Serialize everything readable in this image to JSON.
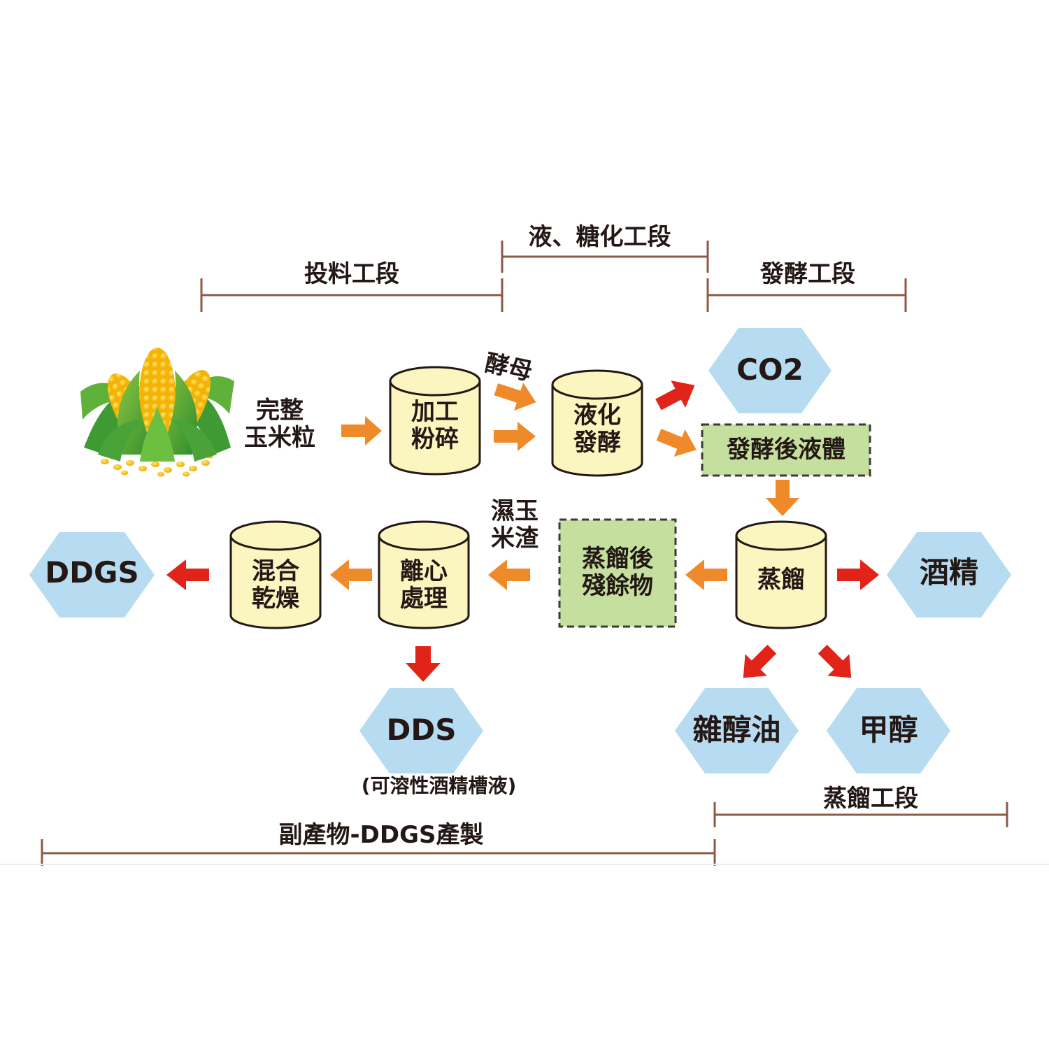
{
  "stages": {
    "feed": "投料工段",
    "liquefaction": "液、糖化工段",
    "fermentation": "發酵工段",
    "distillation": "蒸餾工段",
    "byproduct": "副產物-DDGS產製"
  },
  "nodes": {
    "corn_input": "完整\n玉米粒",
    "yeast": "酵母",
    "grind": "加工\n粉碎",
    "ferment": "液化\n發酵",
    "fermented_liquid": "發酵後液體",
    "distill": "蒸餾",
    "residue": "蒸餾後\n殘餘物",
    "wet_grain": "濕玉\n米渣",
    "centrifuge": "離心\n處理",
    "dry_mix": "混合\n乾燥"
  },
  "products": {
    "co2": "CO2",
    "ethanol": "酒精",
    "ddgs": "DDGS",
    "dds": "DDS",
    "dds_note": "(可溶性酒精槽液)",
    "fusel_oil": "雜醇油",
    "methanol": "甲醇"
  },
  "colors": {
    "tank_fill": "#fbf6c0",
    "hex_fill": "#b7dbf0",
    "box_fill": "#c5df9e",
    "orange_arrow": "#ef8a2b",
    "red_arrow": "#e2231a",
    "bracket": "#8c5a45"
  }
}
